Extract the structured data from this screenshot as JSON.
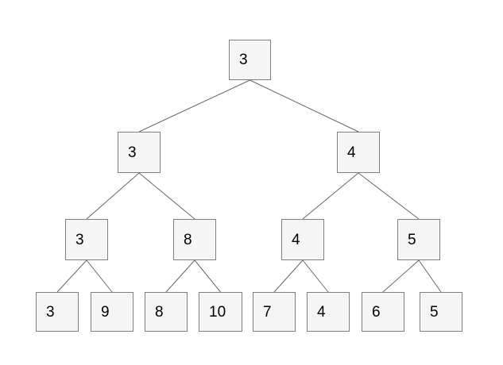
{
  "diagram": {
    "type": "binary-tree",
    "levels": 4,
    "node_count": 15,
    "colors": {
      "node_fill": "#f5f5f5",
      "node_border": "#7f7f7f",
      "edge": "#666666",
      "background": "#ffffff",
      "text": "#000000"
    },
    "nodes": [
      {
        "id": "n0",
        "value": "3",
        "level": 0
      },
      {
        "id": "n1",
        "value": "3",
        "level": 1
      },
      {
        "id": "n2",
        "value": "4",
        "level": 1
      },
      {
        "id": "n3",
        "value": "3",
        "level": 2
      },
      {
        "id": "n4",
        "value": "8",
        "level": 2
      },
      {
        "id": "n5",
        "value": "4",
        "level": 2
      },
      {
        "id": "n6",
        "value": "5",
        "level": 2
      },
      {
        "id": "n7",
        "value": "3",
        "level": 3
      },
      {
        "id": "n8",
        "value": "9",
        "level": 3
      },
      {
        "id": "n9",
        "value": "8",
        "level": 3
      },
      {
        "id": "n10",
        "value": "10",
        "level": 3
      },
      {
        "id": "n11",
        "value": "7",
        "level": 3
      },
      {
        "id": "n12",
        "value": "4",
        "level": 3
      },
      {
        "id": "n13",
        "value": "6",
        "level": 3
      },
      {
        "id": "n14",
        "value": "5",
        "level": 3
      }
    ],
    "edges": [
      [
        0,
        1
      ],
      [
        0,
        2
      ],
      [
        1,
        3
      ],
      [
        1,
        4
      ],
      [
        2,
        5
      ],
      [
        2,
        6
      ],
      [
        3,
        7
      ],
      [
        3,
        8
      ],
      [
        4,
        9
      ],
      [
        4,
        10
      ],
      [
        5,
        11
      ],
      [
        5,
        12
      ],
      [
        6,
        13
      ],
      [
        6,
        14
      ]
    ]
  }
}
